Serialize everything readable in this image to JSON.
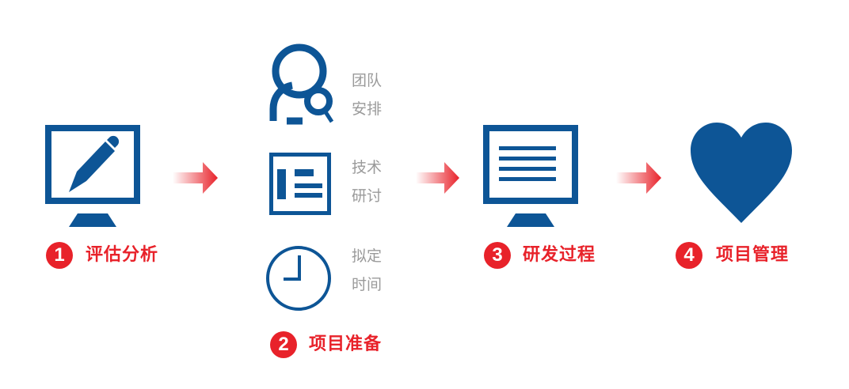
{
  "colors": {
    "blue": "#0d5596",
    "red": "#e8222a",
    "gray": "#9a9a9a"
  },
  "steps": [
    {
      "number": "1",
      "label": "评估分析",
      "icon": "monitor-pencil-icon"
    },
    {
      "number": "2",
      "label": "项目准备",
      "items": [
        {
          "icon": "person-search-icon",
          "line1": "团队",
          "line2": "安排"
        },
        {
          "icon": "document-icon",
          "line1": "技术",
          "line2": "研讨"
        },
        {
          "icon": "clock-icon",
          "line1": "拟定",
          "line2": "时间"
        }
      ]
    },
    {
      "number": "3",
      "label": "研发过程",
      "icon": "monitor-text-icon"
    },
    {
      "number": "4",
      "label": "项目管理",
      "icon": "heart-icon"
    }
  ]
}
